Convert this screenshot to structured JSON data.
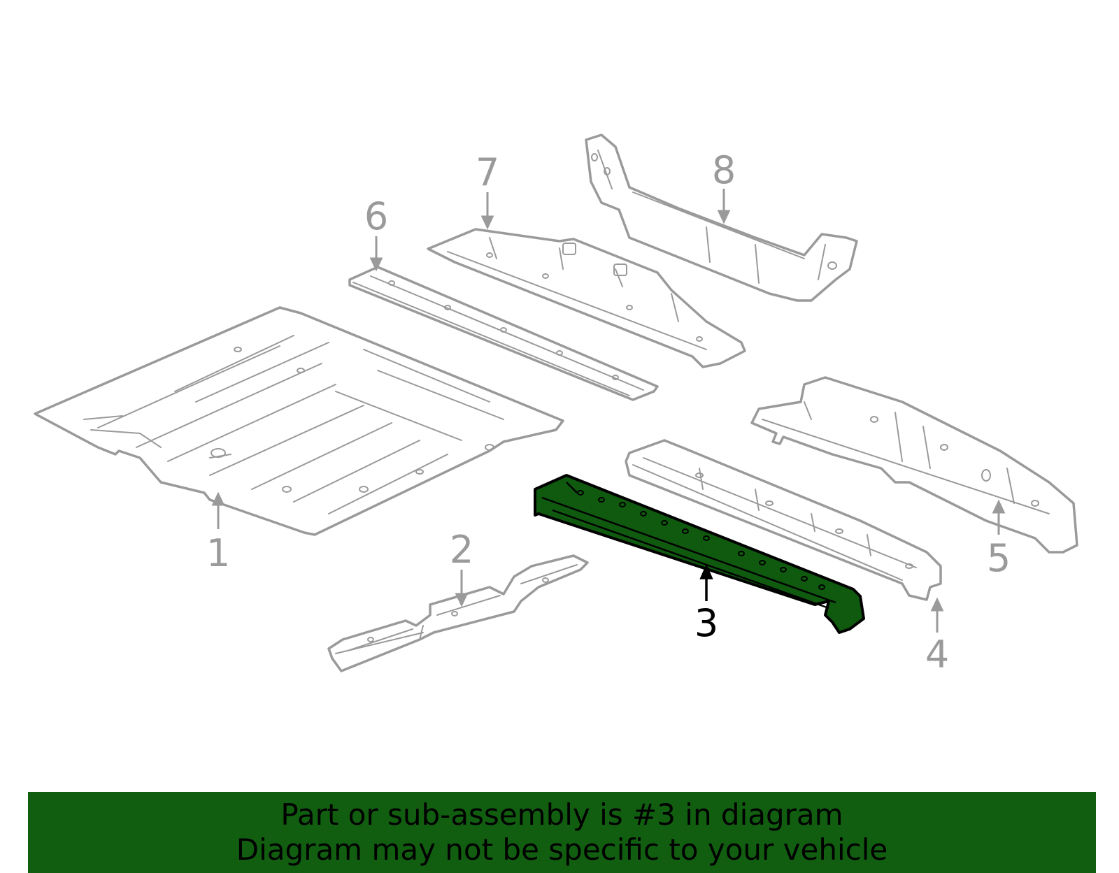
{
  "colors": {
    "part_gray": "#9a9a9a",
    "highlight_fill": "#0f5a0f",
    "highlight_stroke": "#000000",
    "banner_bg": "#115e11",
    "banner_text": "#000000"
  },
  "highlighted_part": "3",
  "callouts": [
    {
      "id": "1",
      "label": "1"
    },
    {
      "id": "2",
      "label": "2"
    },
    {
      "id": "3",
      "label": "3"
    },
    {
      "id": "4",
      "label": "4"
    },
    {
      "id": "5",
      "label": "5"
    },
    {
      "id": "6",
      "label": "6"
    },
    {
      "id": "7",
      "label": "7"
    },
    {
      "id": "8",
      "label": "8"
    }
  ],
  "banner": {
    "line1": "Part or sub-assembly is #3 in diagram",
    "line2": "Diagram may not be specific to your vehicle"
  }
}
